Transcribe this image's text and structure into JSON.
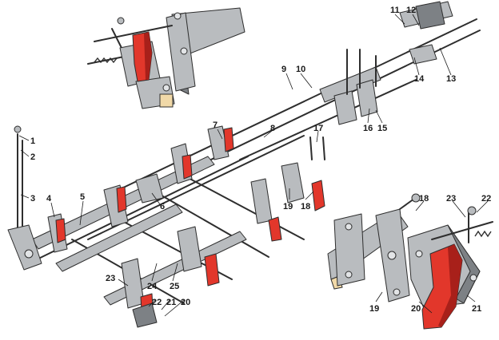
{
  "colors": {
    "background": "#ffffff",
    "metal": "#b9bcbf",
    "metal_dark": "#7d8185",
    "metal_light": "#e2e4e6",
    "outline": "#2e2e2e",
    "brake_shoe": "#e2372b",
    "brake_shoe_dark": "#a8201a",
    "wood": "#f1d9a8"
  },
  "labels": [
    {
      "id": "1",
      "text": "1"
    },
    {
      "id": "2",
      "text": "2"
    },
    {
      "id": "3",
      "text": "3"
    },
    {
      "id": "4",
      "text": "4"
    },
    {
      "id": "5",
      "text": "5"
    },
    {
      "id": "6",
      "text": "6"
    },
    {
      "id": "7",
      "text": "7"
    },
    {
      "id": "8",
      "text": "8"
    },
    {
      "id": "9",
      "text": "9"
    },
    {
      "id": "10",
      "text": "10"
    },
    {
      "id": "11",
      "text": "11"
    },
    {
      "id": "12",
      "text": "12"
    },
    {
      "id": "13",
      "text": "13"
    },
    {
      "id": "14",
      "text": "14"
    },
    {
      "id": "15",
      "text": "15"
    },
    {
      "id": "16",
      "text": "16"
    },
    {
      "id": "17",
      "text": "17"
    },
    {
      "id": "18a",
      "text": "18"
    },
    {
      "id": "19a",
      "text": "19"
    },
    {
      "id": "23a",
      "text": "23"
    },
    {
      "id": "24",
      "text": "24"
    },
    {
      "id": "25",
      "text": "25"
    },
    {
      "id": "22a",
      "text": "22"
    },
    {
      "id": "21a",
      "text": "21"
    },
    {
      "id": "20a",
      "text": "20"
    },
    {
      "id": "18b",
      "text": "18"
    },
    {
      "id": "23b",
      "text": "23"
    },
    {
      "id": "22b",
      "text": "22"
    },
    {
      "id": "19b",
      "text": "19"
    },
    {
      "id": "20b",
      "text": "20"
    },
    {
      "id": "21b",
      "text": "21"
    }
  ]
}
